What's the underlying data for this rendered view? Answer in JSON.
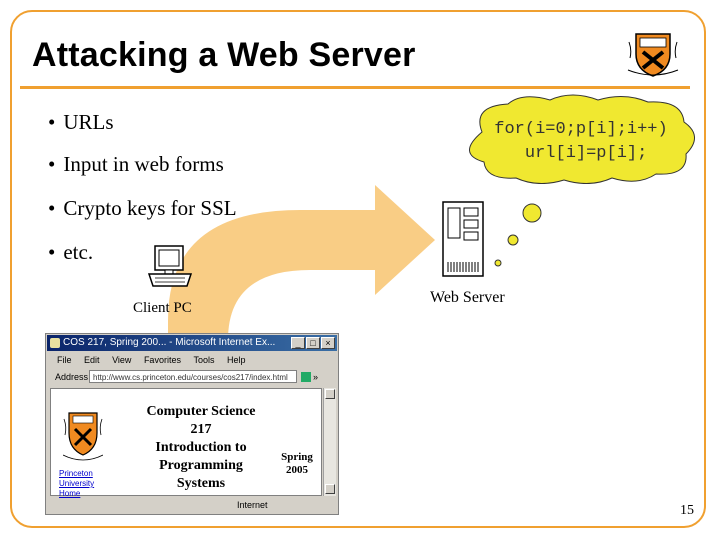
{
  "slide": {
    "title": "Attacking a Web Server",
    "page_number": "15",
    "bullets": [
      "URLs",
      "Input in web forms",
      "Crypto keys for SSL",
      "etc."
    ],
    "bullet_glyph": "•",
    "thought_bubble_code": "for(i=0;p[i];i++)\n url[i]=p[i];",
    "client_label": "Client PC",
    "server_label": "Web Server",
    "colors": {
      "accent": "#f0a030",
      "arrow": "#f8c878",
      "bubble": "#f0e830"
    }
  },
  "browser": {
    "window_title": "COS 217, Spring 200... - Microsoft Internet Ex...",
    "minimize_glyph": "_",
    "maximize_glyph": "□",
    "close_glyph": "×",
    "menu": [
      "File",
      "Edit",
      "View",
      "Favorites",
      "Tools",
      "Help"
    ],
    "address_label": "Address",
    "address_value": "http://www.cs.princeton.edu/courses/cos217/index.html",
    "links_label": "»",
    "status_zone": "Internet",
    "page": {
      "course_title": "Computer Science\n217\nIntroduction to\nProgramming\nSystems",
      "term": "Spring\n2005",
      "princeton_link": "Princeton\nUniversity\nHome"
    }
  }
}
